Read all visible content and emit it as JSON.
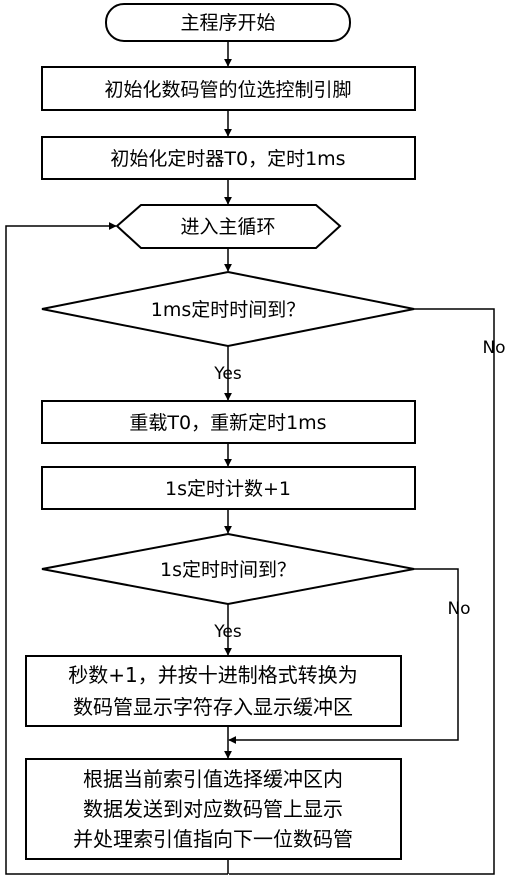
{
  "flowchart": {
    "start": "主程序开始",
    "init_pins": "初始化数码管的位选控制引脚",
    "init_timer": "初始化定时器T0，定时1ms",
    "main_loop": "进入主循环",
    "decision_1ms": "1ms定时时间到？",
    "reload_timer": "重载T0，重新定时1ms",
    "count_1s": "1s定时计数+1",
    "decision_1s": "1s定时时间到？",
    "update_seconds": [
      "秒数+1，并按十进制格式转换为",
      "数码管显示字符存入显示缓冲区"
    ],
    "display_step": [
      "根据当前索引值选择缓冲区内",
      "数据发送到对应数码管上显示",
      "并处理索引值指向下一位数码管"
    ],
    "yes_label": "Yes",
    "no_label": "No"
  }
}
